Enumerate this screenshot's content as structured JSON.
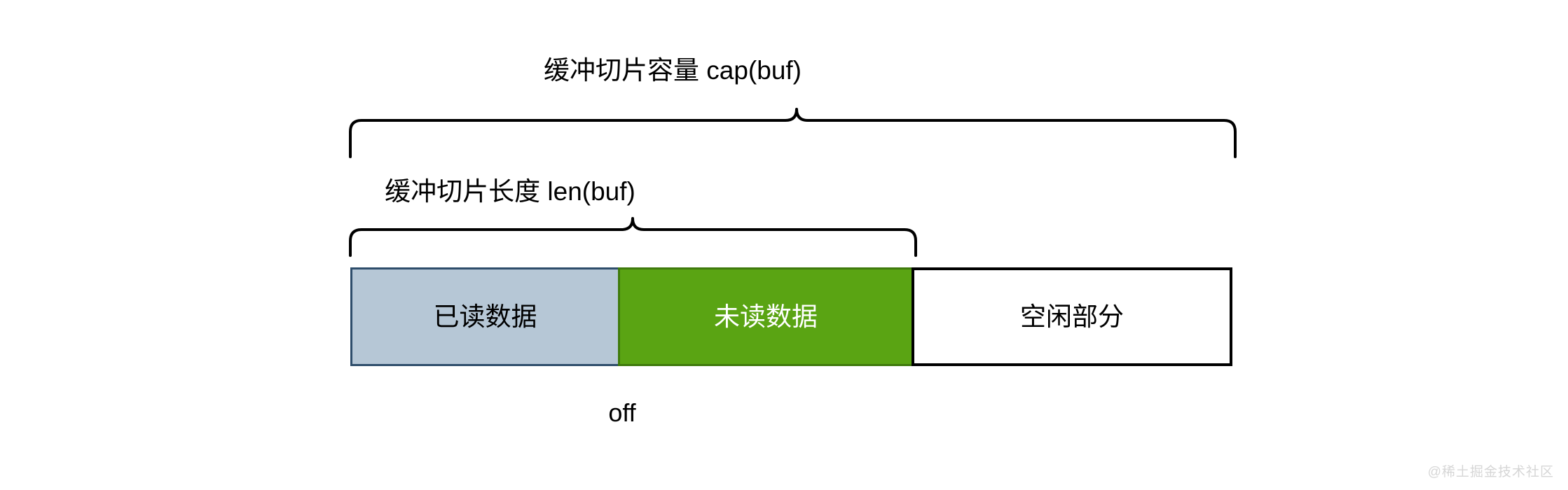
{
  "diagram": {
    "title_capacity": "缓冲切片容量 cap(buf)",
    "title_length": "缓冲切片长度 len(buf)",
    "offset_marker": "off",
    "segments": [
      {
        "id": "read-data",
        "label": "已读数据",
        "fill": "#b6c7d6",
        "stroke": "#2e4d6b",
        "text_color": "#000000"
      },
      {
        "id": "unread-data",
        "label": "未读数据",
        "fill": "#5aa413",
        "stroke": "#3f7a0c",
        "text_color": "#ffffff"
      },
      {
        "id": "free-space",
        "label": "空闲部分",
        "fill": "#ffffff",
        "stroke": "#000000",
        "text_color": "#000000"
      }
    ],
    "brackets": [
      {
        "id": "cap-bracket",
        "covers": "read-data,unread-data,free-space"
      },
      {
        "id": "len-bracket",
        "covers": "read-data,unread-data"
      }
    ]
  },
  "watermark": {
    "text": "@稀土掘金技术社区"
  }
}
